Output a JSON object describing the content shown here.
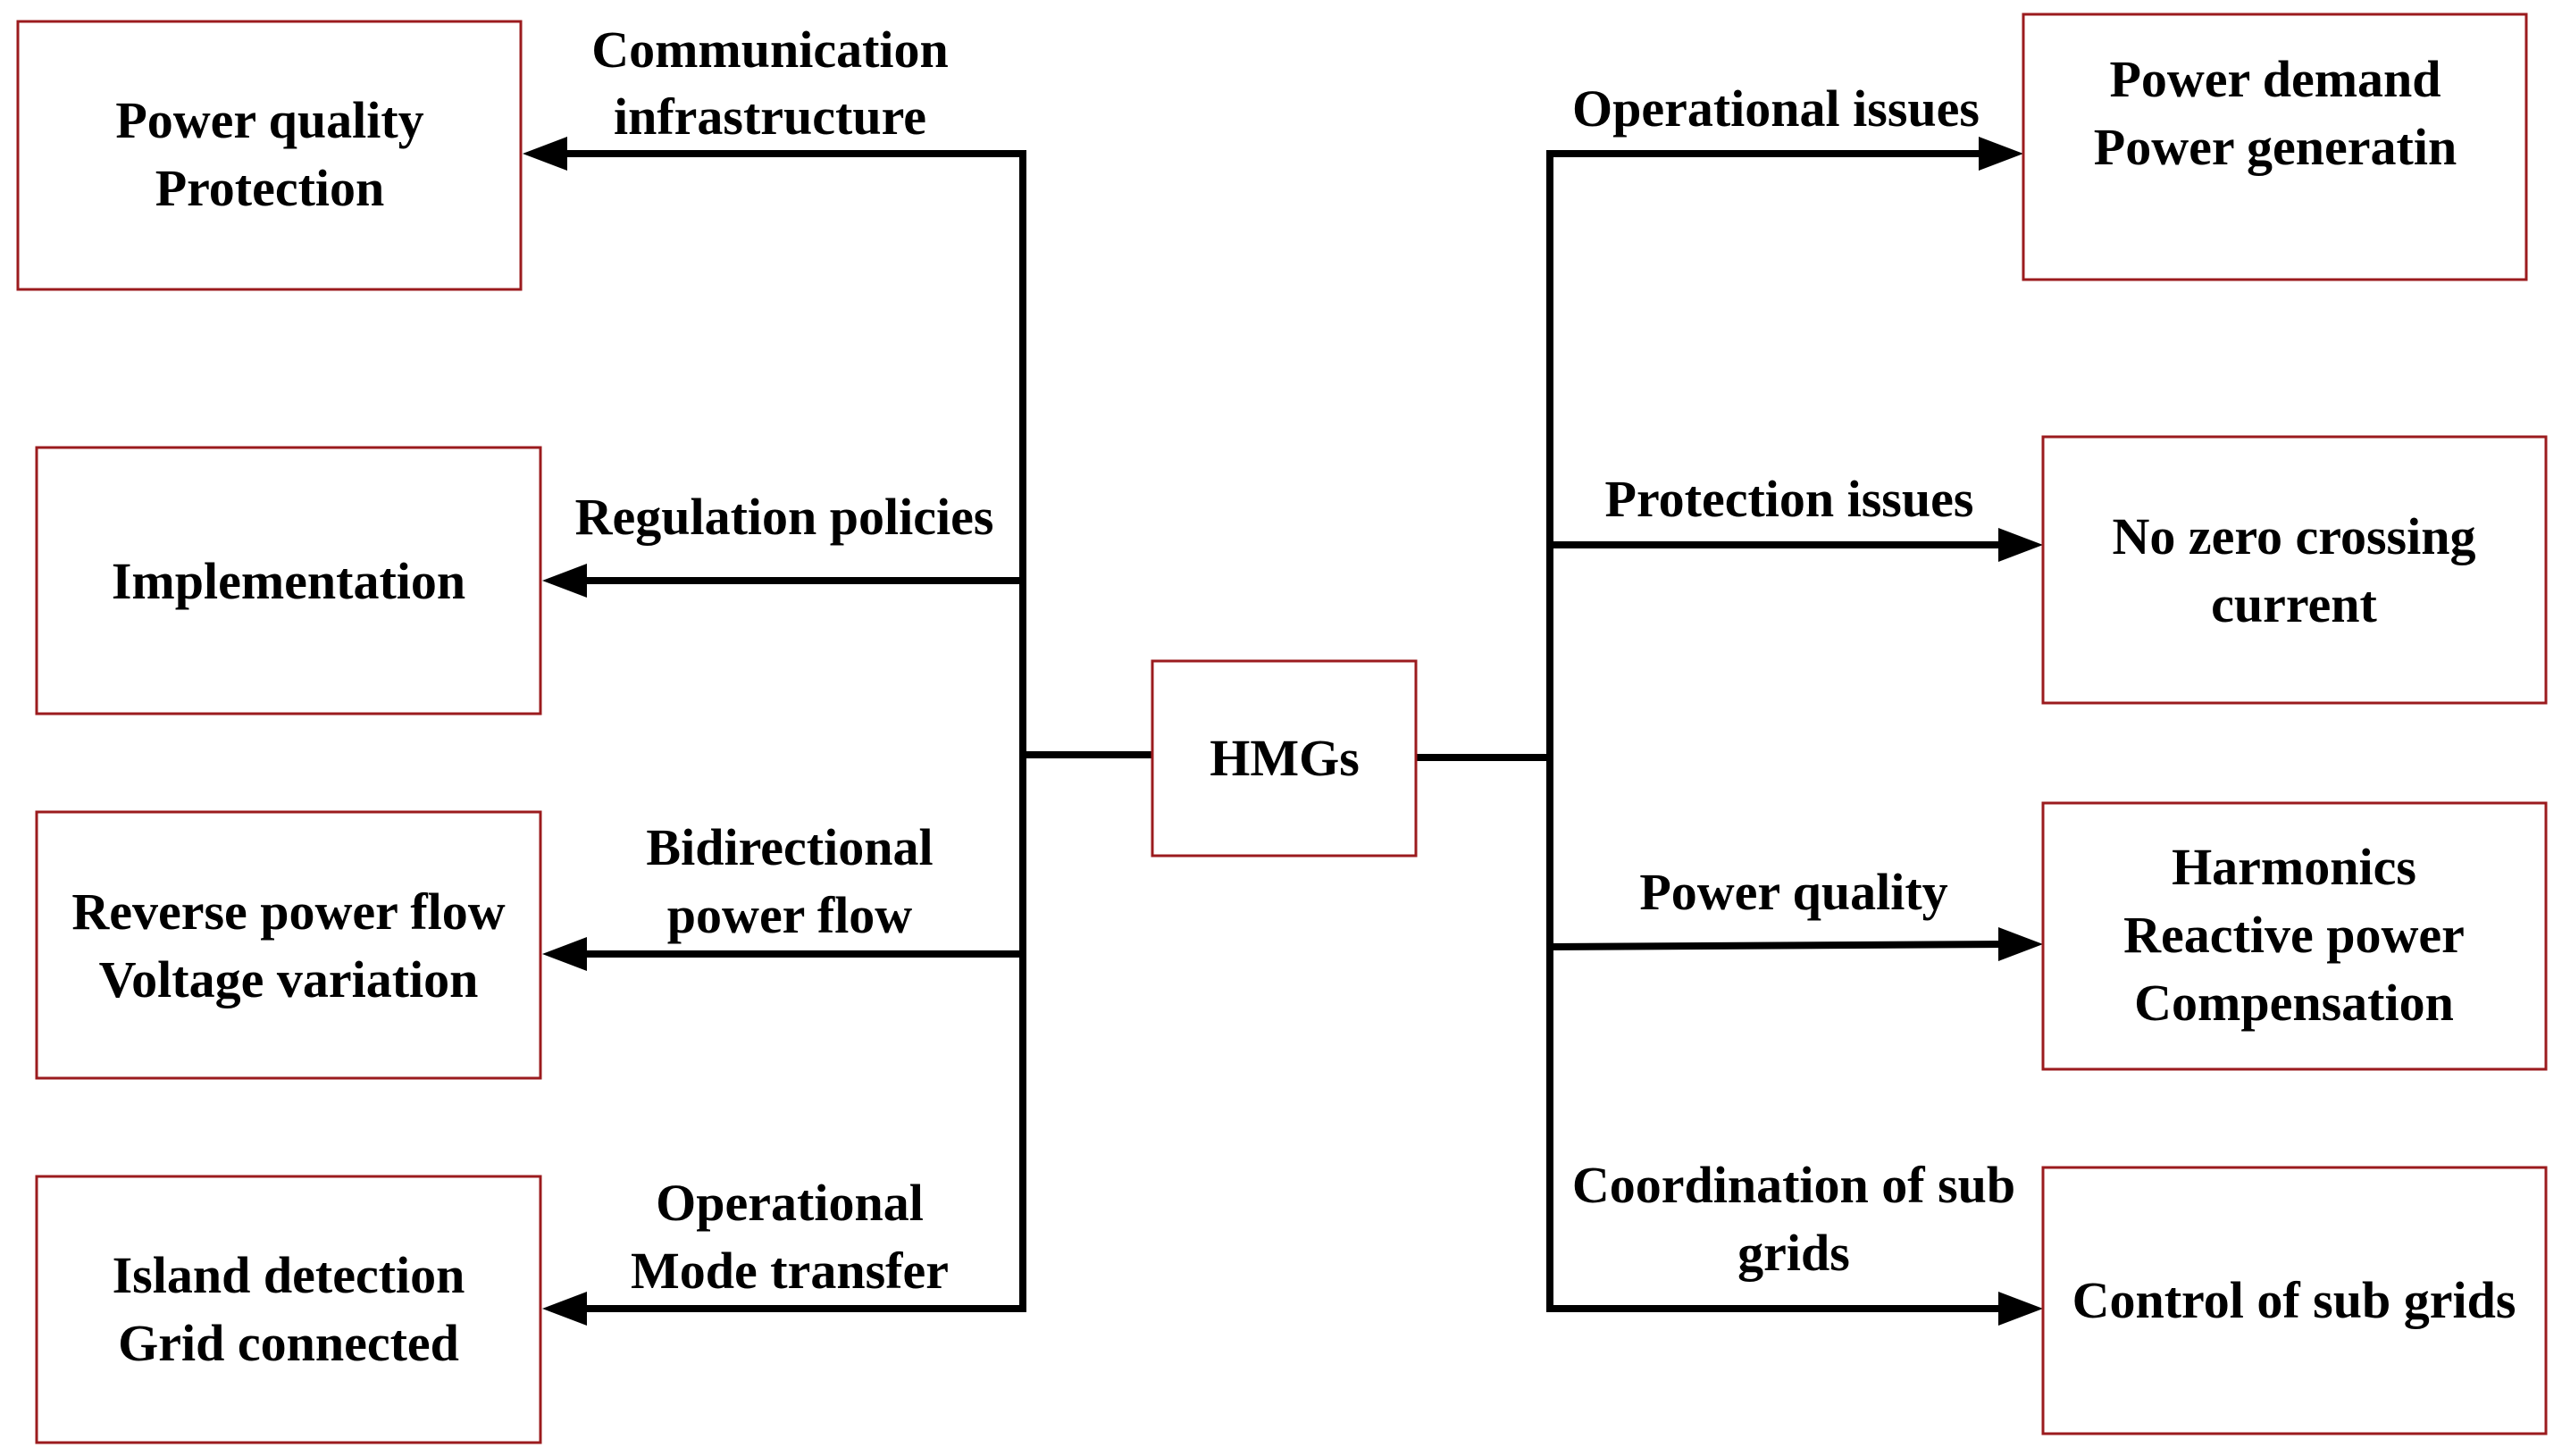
{
  "center": {
    "label": "HMGs"
  },
  "left_branches": [
    {
      "label_lines": [
        "Communication",
        "infrastructure"
      ],
      "box_lines": [
        "Power quality",
        "Protection"
      ]
    },
    {
      "label_lines": [
        "Regulation policies"
      ],
      "box_lines": [
        "Implementation"
      ]
    },
    {
      "label_lines": [
        "Bidirectional",
        "power flow"
      ],
      "box_lines": [
        "Reverse power flow",
        "Voltage variation"
      ]
    },
    {
      "label_lines": [
        "Operational",
        "Mode transfer"
      ],
      "box_lines": [
        "Island detection",
        "Grid connected"
      ]
    }
  ],
  "right_branches": [
    {
      "label_lines": [
        "Operational issues"
      ],
      "box_lines": [
        "Power demand",
        "Power generatin"
      ]
    },
    {
      "label_lines": [
        "Protection issues"
      ],
      "box_lines": [
        "No zero crossing",
        "current"
      ]
    },
    {
      "label_lines": [
        "Power quality"
      ],
      "box_lines": [
        "Harmonics",
        "Reactive power",
        "Compensation"
      ]
    },
    {
      "label_lines": [
        "Coordination of sub",
        "grids"
      ],
      "box_lines": [
        "Control of sub grids"
      ]
    }
  ]
}
